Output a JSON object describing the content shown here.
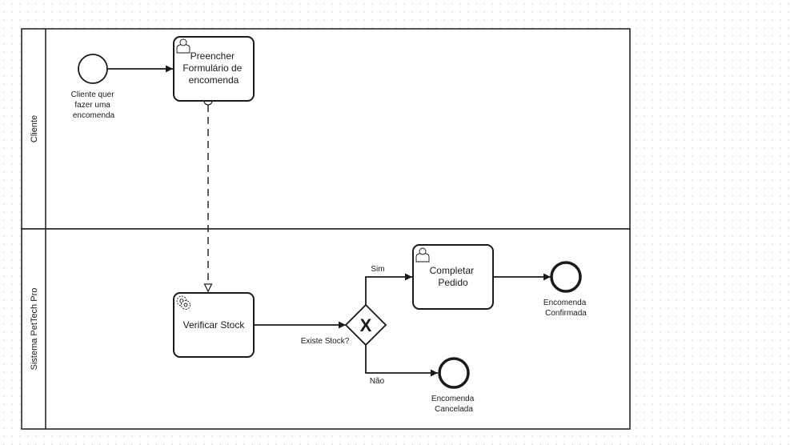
{
  "pools": [
    {
      "label": "Cliente"
    },
    {
      "label": "Sistema PetTech Pro"
    }
  ],
  "start_event": {
    "label_lines": [
      "Cliente quer",
      "fazer uma",
      "encomenda"
    ]
  },
  "tasks": {
    "preencher": {
      "type": "user-task",
      "label_lines": [
        "Preencher",
        "Formulário de",
        "encomenda"
      ]
    },
    "verificar": {
      "type": "service-task",
      "label_lines": [
        "Verificar Stock"
      ]
    },
    "completar": {
      "type": "user-task",
      "label_lines": [
        "Completar",
        "Pedido"
      ]
    }
  },
  "gateway": {
    "type": "exclusive",
    "marker": "X",
    "label": "Existe Stock?"
  },
  "flows": {
    "sim_label": "Sim",
    "nao_label": "Não"
  },
  "end_events": {
    "confirmada": {
      "label_lines": [
        "Encomenda",
        "Confirmada"
      ]
    },
    "cancelada": {
      "label_lines": [
        "Encomenda",
        "Cancelada"
      ]
    }
  }
}
